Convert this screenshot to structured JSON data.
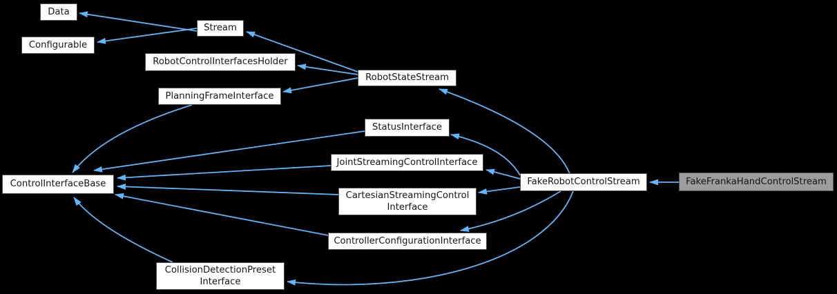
{
  "diagram": {
    "type": "class-inheritance-graph",
    "colors": {
      "background": "#000000",
      "edge": "#63b5f7",
      "node_fill": "#ffffff",
      "node_border": "#4e4e4e",
      "highlight_fill": "#9d9d9d",
      "text": "#161616"
    },
    "nodes": {
      "data": {
        "label": "Data"
      },
      "configurable": {
        "label": "Configurable"
      },
      "stream": {
        "label": "Stream"
      },
      "rcih": {
        "label": "RobotControlInterfacesHolder"
      },
      "pfi": {
        "label": "PlanningFrameInterface"
      },
      "rss": {
        "label": "RobotStateStream"
      },
      "si": {
        "label": "StatusInterface"
      },
      "jsci": {
        "label": "JointStreamingControlInterface"
      },
      "cib": {
        "label": "ControlInterfaceBase"
      },
      "csci": {
        "label": "CartesianStreamingControl\nInterface"
      },
      "cci": {
        "label": "ControllerConfigurationInterface"
      },
      "cdpi": {
        "label": "CollisionDetectionPreset\nInterface"
      },
      "frcs": {
        "label": "FakeRobotControlStream"
      },
      "ffhcs": {
        "label": "FakeFrankaHandControlStream",
        "highlighted": true
      }
    },
    "edges": [
      {
        "from": "Stream",
        "to": "Data"
      },
      {
        "from": "Stream",
        "to": "Configurable"
      },
      {
        "from": "RobotStateStream",
        "to": "Stream"
      },
      {
        "from": "RobotStateStream",
        "to": "RobotControlInterfacesHolder"
      },
      {
        "from": "RobotStateStream",
        "to": "PlanningFrameInterface"
      },
      {
        "from": "PlanningFrameInterface",
        "to": "ControlInterfaceBase"
      },
      {
        "from": "StatusInterface",
        "to": "ControlInterfaceBase"
      },
      {
        "from": "JointStreamingControlInterface",
        "to": "ControlInterfaceBase"
      },
      {
        "from": "CartesianStreamingControlInterface",
        "to": "ControlInterfaceBase"
      },
      {
        "from": "ControllerConfigurationInterface",
        "to": "ControlInterfaceBase"
      },
      {
        "from": "CollisionDetectionPresetInterface",
        "to": "ControlInterfaceBase"
      },
      {
        "from": "FakeRobotControlStream",
        "to": "RobotStateStream"
      },
      {
        "from": "FakeRobotControlStream",
        "to": "StatusInterface"
      },
      {
        "from": "FakeRobotControlStream",
        "to": "JointStreamingControlInterface"
      },
      {
        "from": "FakeRobotControlStream",
        "to": "CartesianStreamingControlInterface"
      },
      {
        "from": "FakeRobotControlStream",
        "to": "ControllerConfigurationInterface"
      },
      {
        "from": "FakeRobotControlStream",
        "to": "CollisionDetectionPresetInterface"
      },
      {
        "from": "FakeFrankaHandControlStream",
        "to": "FakeRobotControlStream"
      }
    ]
  }
}
